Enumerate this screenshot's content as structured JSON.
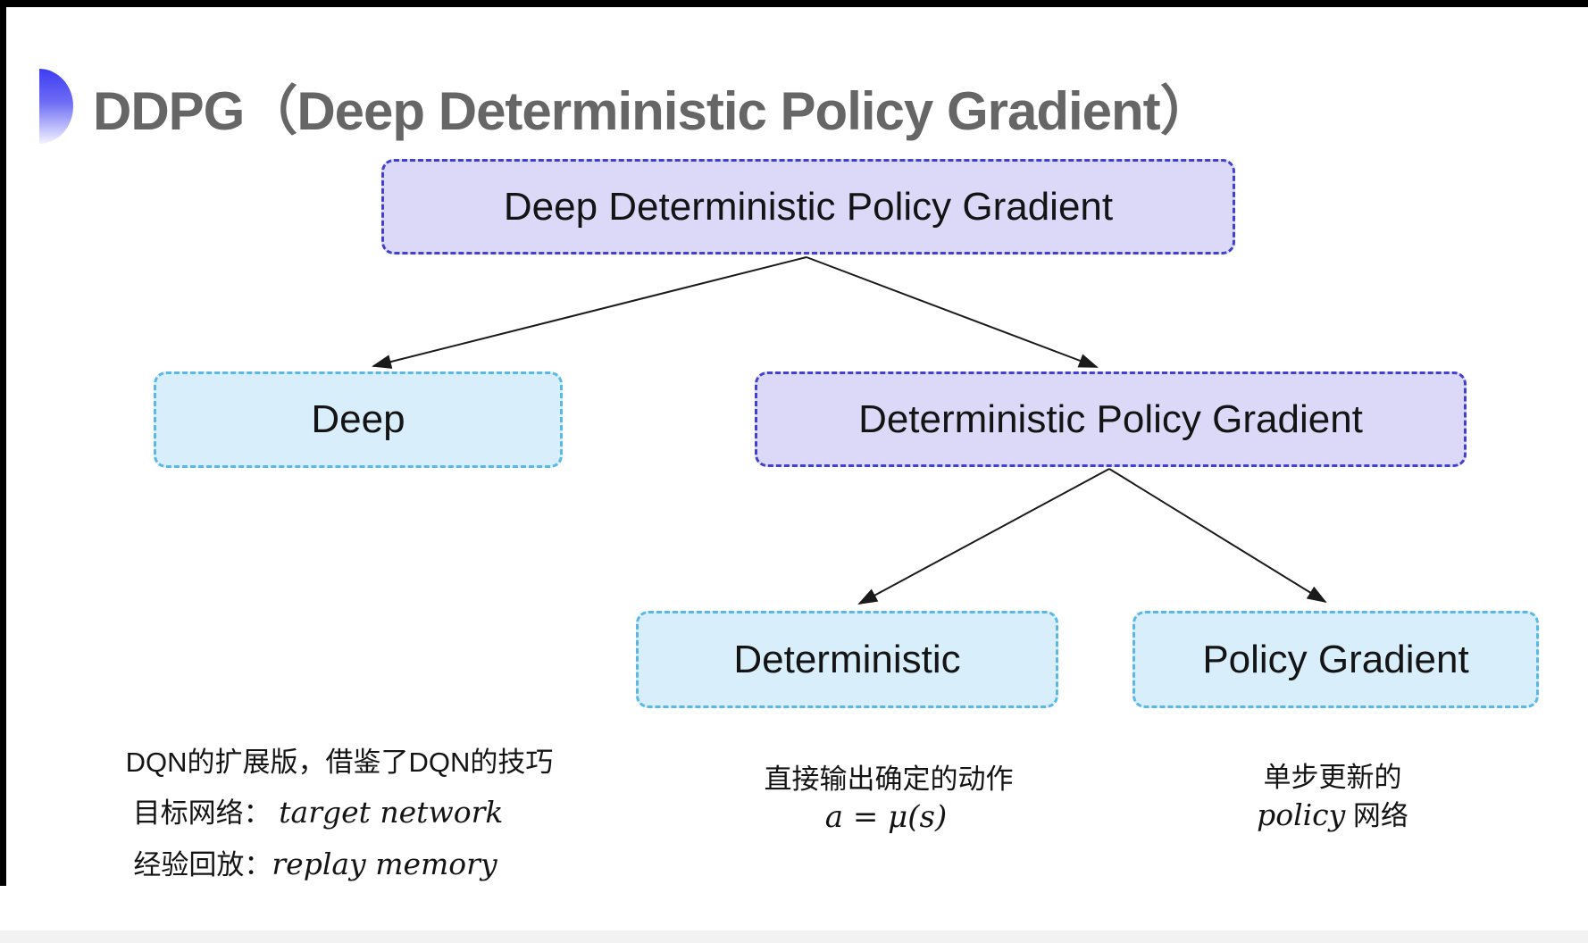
{
  "title": "DDPG（Deep Deterministic Policy Gradient）",
  "diagram": {
    "root": {
      "label": "Deep Deterministic Policy Gradient"
    },
    "children": [
      {
        "label": "Deep"
      },
      {
        "label": "Deterministic Policy Gradient"
      }
    ],
    "grandchildren": [
      {
        "label": "Deterministic"
      },
      {
        "label": "Policy Gradient"
      }
    ]
  },
  "notes": {
    "deep": {
      "line1": "DQN的扩展版，借鉴了DQN的技巧",
      "line2_label": "目标网络：",
      "line2_term": "target network",
      "line3_label": "经验回放：",
      "line3_term": "replay memory"
    },
    "deterministic": {
      "line1": "直接输出确定的动作",
      "formula": "a = μ(s)"
    },
    "policy_gradient": {
      "line1": "单步更新的",
      "term": "policy",
      "suffix": " 网络"
    }
  },
  "colors": {
    "accent-bullet": "#4343ee",
    "title-gray": "#666666",
    "lavender-fill": "#dcd9f8",
    "lavender-border": "#4240d0",
    "cyan-fill": "#d9eefb",
    "cyan-border": "#59b8e8",
    "text-black": "#141414",
    "arrow": "#1a1a1a"
  }
}
